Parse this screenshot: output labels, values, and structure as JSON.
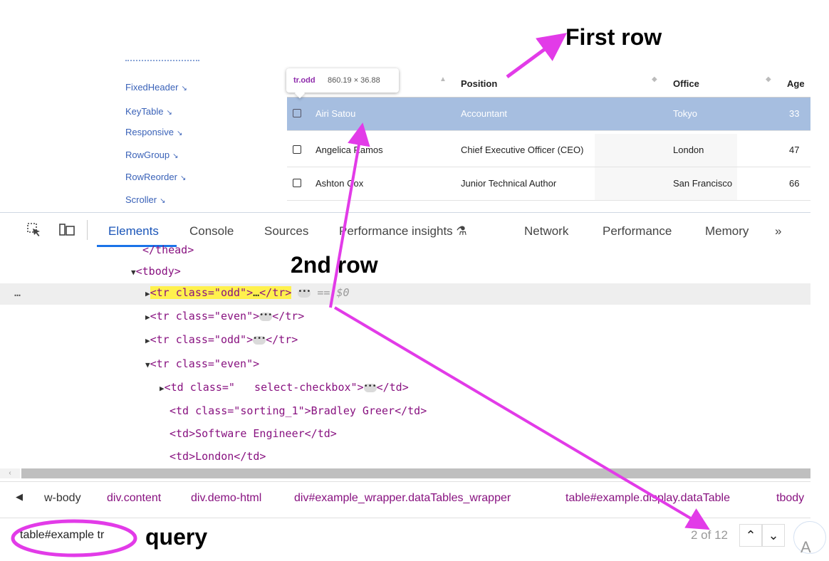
{
  "page": {
    "ext_links": [
      "FixedHeader",
      "KeyTable",
      "Responsive",
      "RowGroup",
      "RowReorder",
      "Scroller"
    ],
    "ext_link_icon": "external-arrow-icon",
    "table": {
      "columns": [
        "Position",
        "Office",
        "Age"
      ],
      "rows": [
        {
          "name": "Airi Satou",
          "position": "Accountant",
          "office": "Tokyo",
          "age": "33",
          "selected": true
        },
        {
          "name": "Angelica Ramos",
          "position": "Chief Executive Officer (CEO)",
          "office": "London",
          "age": "47",
          "selected": false
        },
        {
          "name": "Ashton Cox",
          "position": "Junior Technical Author",
          "office": "San Francisco",
          "age": "66",
          "selected": false
        }
      ]
    },
    "tooltip": {
      "tag": "tr.odd",
      "dims": "860.19 × 36.88"
    }
  },
  "devtools": {
    "tabs": [
      "Elements",
      "Console",
      "Sources",
      "Performance insights",
      "Network",
      "Performance",
      "Memory"
    ],
    "active_tab": "Elements",
    "more_label": "»",
    "code": {
      "thead_close": "</thead>",
      "tbody_open": "<tbody>",
      "line1_open": "<tr class=\"odd\">",
      "line1_mid": "…",
      "line1_close": "</tr>",
      "line1_ref": "== $0",
      "line2": "<tr class=\"even\">",
      "line2_close": "</tr>",
      "line3": "<tr class=\"odd\">",
      "line3_close": "</tr>",
      "line4": "<tr class=\"even\">",
      "td_checkbox": "<td class=\"   select-checkbox\">",
      "td_checkbox_close": "</td>",
      "td_sorting": "<td class=\"sorting_1\">Bradley Greer</td>",
      "td_position": "<td>Software Engineer</td>",
      "td_office": "<td>London</td>"
    },
    "breadcrumbs": [
      {
        "text": "w-body",
        "kind": "plain"
      },
      {
        "text": "div.content",
        "kind": "tag"
      },
      {
        "text": "div.demo-html",
        "kind": "tag"
      },
      {
        "text": "div#example_wrapper.dataTables_wrapper",
        "kind": "tag"
      },
      {
        "text": "table#example.display.dataTable",
        "kind": "tag"
      },
      {
        "text": "tbody",
        "kind": "tag"
      }
    ],
    "search": {
      "value": "table#example tr",
      "count": "2 of 12",
      "aa": "A"
    }
  },
  "annotations": {
    "first_row": "First row",
    "second_row": "2nd row",
    "query": "query",
    "color": "#e23be8"
  }
}
